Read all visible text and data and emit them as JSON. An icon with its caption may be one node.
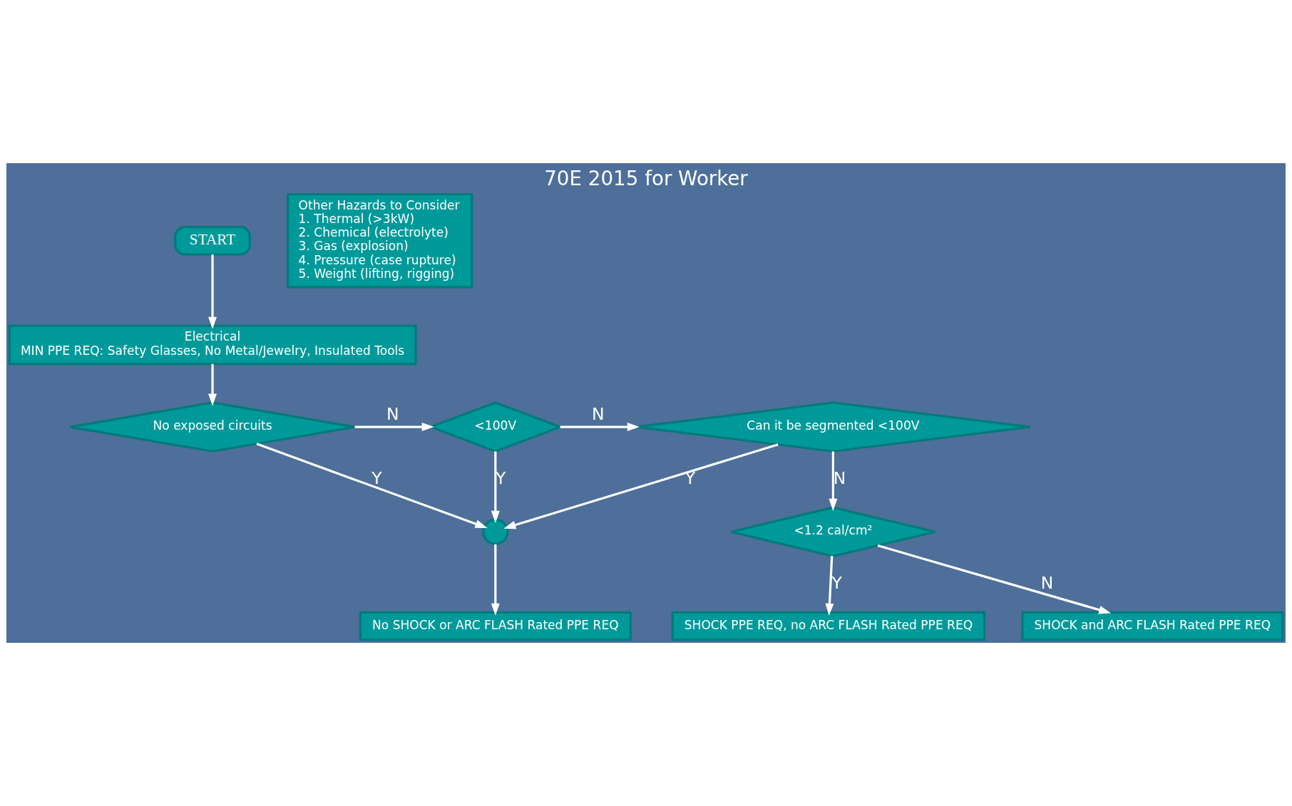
{
  "diagram": {
    "title": "70E 2015 for Worker",
    "nodes": [
      {
        "text": [
          "START"
        ]
      },
      {
        "text": [
          "Electrical",
          "MIN PPE REQ: Safety Glasses, No Metal/Jewelry, Insulated Tools"
        ]
      },
      {
        "text": [
          "No exposed circuits"
        ]
      },
      {
        "text": [
          "<100V"
        ]
      },
      {
        "text": [
          "Can it be segmented <100V"
        ]
      },
      {
        "text": [],
        "shape": "circle"
      },
      {
        "text": [
          "<1.2 cal/cm²"
        ]
      },
      {
        "text": [
          "No SHOCK or ARC FLASH Rated PPE REQ"
        ]
      },
      {
        "text": [
          "SHOCK PPE REQ, no ARC FLASH Rated PPE REQ"
        ]
      },
      {
        "text": [
          "SHOCK and ARC FLASH Rated PPE REQ"
        ]
      },
      {
        "text": [
          "Other Hazards to Consider",
          "1. Thermal (>3kW)",
          "2. Chemical (electrolyte)",
          "3. Gas (explosion)",
          "4. Pressure (case rupture)",
          "5. Weight (lifting, rigging)"
        ]
      }
    ],
    "edges": [
      {
        "from": 0,
        "to": 1,
        "arrow": "to"
      },
      {
        "from": 1,
        "to": 2,
        "arrow": "to"
      },
      {
        "from": 2,
        "to": 3,
        "arrow": "to",
        "label": "N"
      },
      {
        "from": 3,
        "to": 4,
        "arrow": "to",
        "label": "N"
      },
      {
        "from": 4,
        "to": 6,
        "arrow": "to",
        "label": "N"
      },
      {
        "from": 2,
        "to": 5,
        "arrow": "to",
        "label": "Y"
      },
      {
        "from": 3,
        "to": 5,
        "arrow": "to",
        "label": "Y"
      },
      {
        "from": 4,
        "to": 5,
        "arrow": "to",
        "label": "Y"
      },
      {
        "from": 5,
        "to": 7,
        "arrow": "to"
      },
      {
        "from": 6,
        "to": 8,
        "arrow": "to",
        "label": "Y"
      },
      {
        "from": 6,
        "to": 9,
        "arrow": "to",
        "label": "N"
      }
    ]
  }
}
